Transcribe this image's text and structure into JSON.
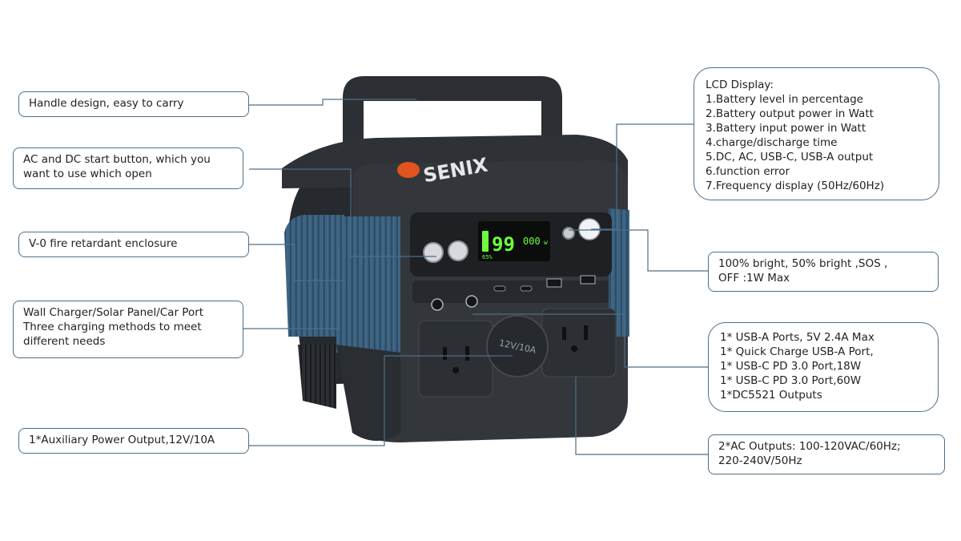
{
  "brand": {
    "name": "SENIX",
    "accent_color": "#e0541f",
    "body_color": "#2a2d31",
    "side_color": "#3e6584"
  },
  "lcd": {
    "battery_percent": "65%",
    "main_value": "99",
    "output_value": "000",
    "unit": "w",
    "color": "#6cff3c"
  },
  "socket_label": "12V/10A",
  "callouts": {
    "handle": {
      "lines": [
        "Handle design, easy to carry"
      ]
    },
    "start_button": {
      "lines": [
        "AC and DC start button, which you",
        "want to use which open"
      ]
    },
    "enclosure": {
      "lines": [
        "V-0 fire retardant enclosure"
      ]
    },
    "charging": {
      "lines": [
        "Wall Charger/Solar Panel/Car Port",
        "Three charging methods to meet",
        "different needs"
      ]
    },
    "aux_output": {
      "lines": [
        "1*Auxiliary Power Output,12V/10A"
      ]
    },
    "lcd_display": {
      "lines": [
        "LCD Display:",
        "1.Battery level in percentage",
        "2.Battery output power in Watt",
        "3.Battery input power in Watt",
        "4.charge/discharge time",
        "5.DC, AC, USB-C, USB-A output",
        "6.function error",
        "7.Frequency display (50Hz/60Hz)"
      ]
    },
    "light": {
      "lines": [
        "100% bright, 50% bright ,SOS ,",
        "OFF  :1W Max"
      ]
    },
    "usb": {
      "lines": [
        "1* USB-A Ports, 5V 2.4A Max",
        "1* Quick Charge USB-A Port,",
        "1* USB-C PD 3.0 Port,18W",
        "1* USB-C PD 3.0 Port,60W",
        "1*DC5521 Outputs"
      ]
    },
    "ac_outputs": {
      "lines": [
        "2*AC Outputs: 100-120VAC/60Hz;",
        "220-240V/50Hz"
      ]
    }
  }
}
